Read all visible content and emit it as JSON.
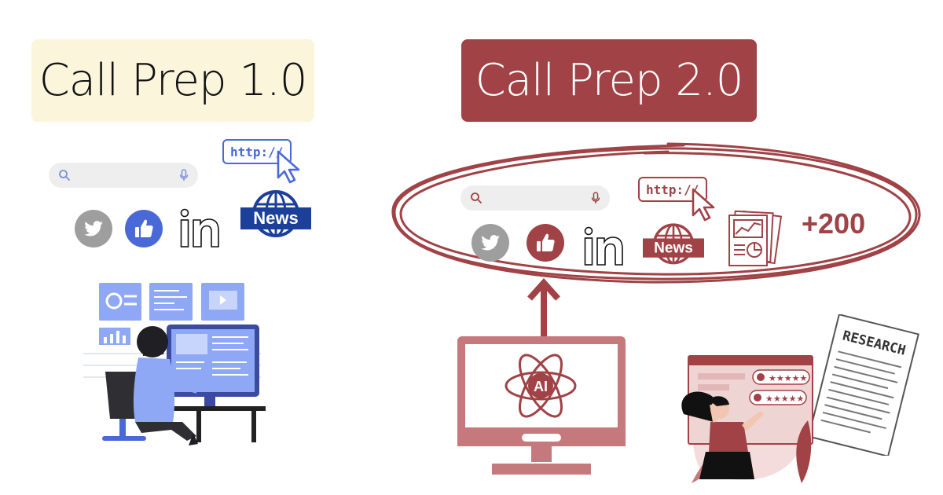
{
  "left": {
    "title": "Call Prep 1.0",
    "url_text": "http://",
    "news_label": "News",
    "icons": [
      "twitter-icon",
      "facebook-like-icon",
      "linkedin-icon",
      "news-globe-icon",
      "search-icon",
      "microphone-icon",
      "cursor-icon"
    ]
  },
  "right": {
    "title": "Call Prep 2.0",
    "url_text": "http://",
    "news_label": "News",
    "more_sources": "+200",
    "ai_label": "AI",
    "research_label": "RESEARCH",
    "icons": [
      "twitter-icon",
      "facebook-like-icon",
      "linkedin-icon",
      "news-globe-icon",
      "report-icon",
      "search-icon",
      "microphone-icon",
      "cursor-icon",
      "up-arrow-icon",
      "ai-monitor-icon"
    ]
  },
  "colors": {
    "accent": "#a04246",
    "left_bg": "#fbf5dc",
    "left_blue": "#4a69d8",
    "blue_light": "#8ea8f5",
    "grey_icon": "#9e9e9e"
  }
}
